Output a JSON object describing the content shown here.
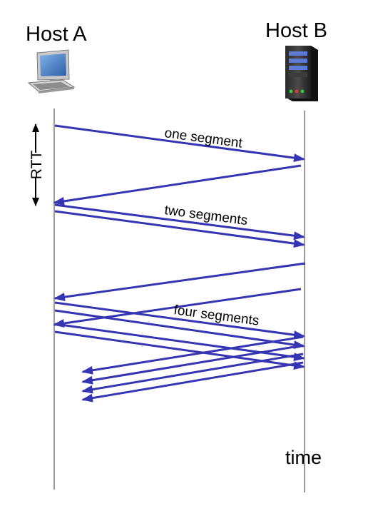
{
  "hosts": {
    "a_label": "Host A",
    "b_label": "Host B"
  },
  "labels": {
    "rtt": "RTT",
    "time": "time",
    "one_segment": "one segment",
    "two_segments": "two segments",
    "four_segments": "four segments"
  },
  "colors": {
    "arrow": "#3535b3",
    "timeline": "#9a9a9a",
    "text": "#000000"
  },
  "icons": {
    "host_a": "desktop-computer-icon",
    "host_b": "server-tower-icon"
  }
}
